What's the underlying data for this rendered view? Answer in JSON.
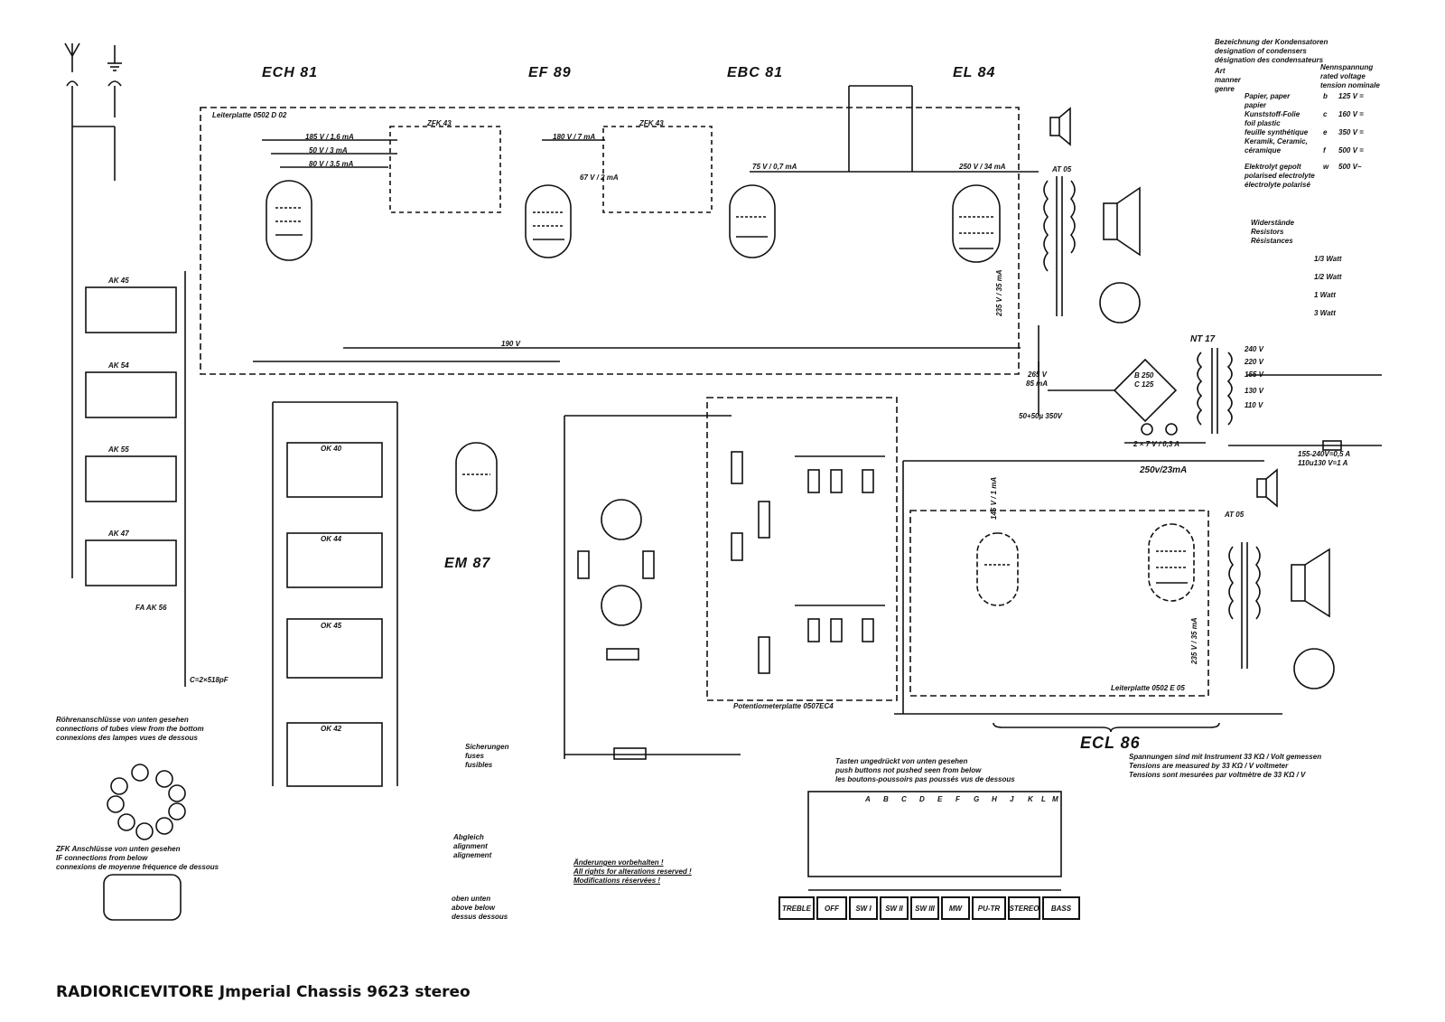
{
  "title": "RADIORICEVITORE Jmperial Chassis 9623 stereo",
  "tubes": {
    "ech81": "ECH 81",
    "ef89": "EF 89",
    "ebc81": "EBC 81",
    "el84": "EL 84",
    "em87": "EM 87",
    "ecl86": "ECL 86"
  },
  "boards": {
    "main": "Leiterplatte 0502 D 02",
    "ecl": "Leiterplatte 0502 E 05",
    "poti": "Potentiometerplatte 0507EC4"
  },
  "if_filters": [
    "ZFK 43",
    "ZFK 43"
  ],
  "voltages": [
    "185 V / 1,6 mA",
    "50 V / 3 mA",
    "80 V / 3,5 mA",
    "180 V / 7 mA",
    "67 V / 2 mA",
    "75 V / 0,7 mA",
    "250 V / 34 mA",
    "190 V",
    "235 V / 35 mA",
    "265 V",
    "85 mA",
    "145 V / 1 mA",
    "250v/23mA",
    "235 V / 35 mA"
  ],
  "coils": [
    "AK 45",
    "AK 54",
    "AK 55",
    "AK 47",
    "OK 40",
    "OK 44",
    "OK 45",
    "OK 42",
    "FA AK 56"
  ],
  "switch_letters": [
    "A",
    "B",
    "C",
    "D",
    "E",
    "F",
    "G",
    "H",
    "J",
    "K",
    "L",
    "M"
  ],
  "buttons": [
    "TREBLE",
    "OFF",
    "SW I",
    "SW II",
    "SW III",
    "MW",
    "PU-TR",
    "STEREO",
    "BASS"
  ],
  "capacitor_legend": {
    "heading": "Bezeichnung der Kondensatoren\ndesignation of condensers\ndésignation des condensateurs",
    "col_art": "Art\nmanner\ngenre",
    "col_voltage": "Nennspannung\nrated voltage\ntension nominale",
    "rows": [
      {
        "desc": "Papier, paper\npapier",
        "code": "b",
        "volt": "125 V ="
      },
      {
        "desc": "Kunststoff-Folie\nfoil plastic\nfeuille synthétique",
        "code": "c",
        "volt": "160 V ="
      },
      {
        "desc": "Keramik, Ceramic,\ncéramique",
        "code": "e",
        "volt": "350 V ="
      },
      {
        "desc": "Elektrolyt gepolt\npolarised electrolyte\nélectrolyte polarisé",
        "code": "f",
        "volt": "500 V ="
      },
      {
        "desc": "",
        "code": "w",
        "volt": "500 V~"
      }
    ]
  },
  "resistor_legend": {
    "heading": "Widerstände\nResistors\nRésistances",
    "rows": [
      "1/3 Watt",
      "1/2 Watt",
      "1 Watt",
      "3 Watt"
    ]
  },
  "transformer": {
    "name": "NT 17",
    "taps": [
      "240 V",
      "220 V",
      "155 V",
      "130 V",
      "110 V"
    ],
    "rectifier": "B 250\nC 125",
    "filter_cap": "50+50µ 350V",
    "lamps": "2 × 7 V / 0,3 A",
    "fuse_note": "155-240V=0,5 A\n110u130 V=1 A"
  },
  "output_transformer": "AT 05",
  "notes": {
    "tube_pins": "Röhrenanschlüsse von unten gesehen\nconnections of tubes view from the bottom\nconnexions des lampes vues de dessous",
    "zfk_pins": "ZFK Anschlüsse von unten gesehen\nIF connections from below\nconnexions de moyenne fréquence de dessous",
    "fuses": "Sicherungen\nfuses\nfusibles",
    "alignment": "Abgleich\nalignment\nalignement",
    "above_below": "oben    unten\nabove   below\ndessus  dessous",
    "rights": "Änderungen vorbehalten !\nAll rights for alterations reserved !\nModifications réservées !",
    "buttons_note": "Tasten ungedrückt von unten gesehen\npush buttons not pushed seen from below\nles boutons-poussoirs pas poussés vus de dessous",
    "measure": "Spannungen sind mit Instrument 33 KΩ / Volt gemessen\nTensions are measured by 33 KΩ / V voltmeter\nTensions sont mesurées par voltmètre de 33 KΩ / V"
  },
  "variable_cap": "C=2×518pF"
}
